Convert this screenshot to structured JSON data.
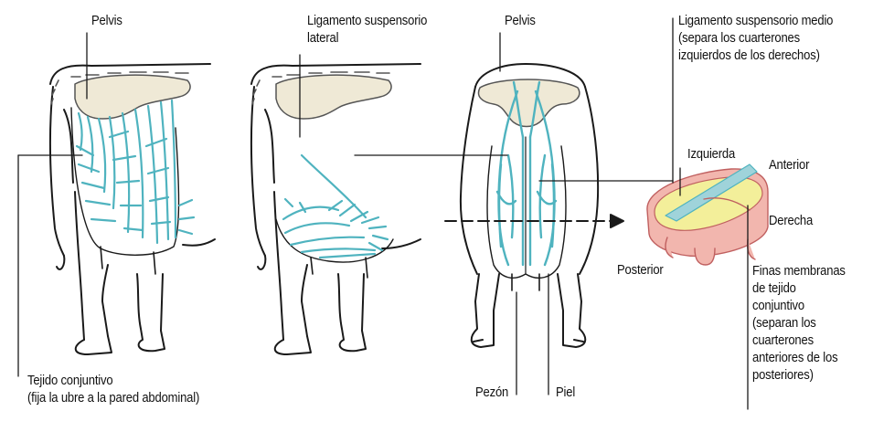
{
  "labels": {
    "pelvis_left": "Pelvis",
    "lateral_ligament": "Ligamento suspensorio\nlateral",
    "pelvis_rear": "Pelvis",
    "median_ligament": "Ligamento suspensorio medio\n(separa los cuarterones\nizquierdos de los derechos)",
    "izquierda": "Izquierda",
    "anterior": "Anterior",
    "derecha": "Derecha",
    "posterior": "Posterior",
    "tejido": "Tejido conjuntivo\n(fija la ubre a la pared abdominal)",
    "finas": "Finas membranas\nde tejido\nconjuntivo\n(separan los\ncuarterones\nanteriores de los\nposteriores)",
    "pezon": "Pezón",
    "piel": "Piel"
  },
  "colors": {
    "ligament": "#4fb3bf",
    "bone": "#efe9d6",
    "outline": "#1a1a1a",
    "udder_skin": "#f2b6ae",
    "udder_tissue": "#f3ef9a"
  }
}
